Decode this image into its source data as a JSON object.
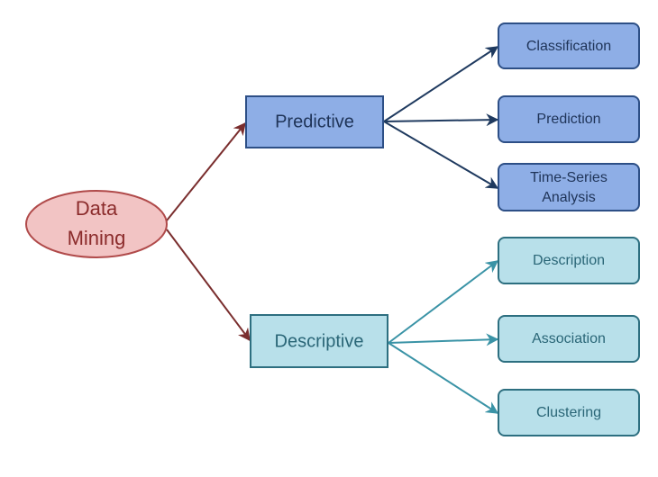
{
  "root": {
    "label_line1": "Data",
    "label_line2": "Mining"
  },
  "branches": {
    "predictive": {
      "label": "Predictive",
      "children": [
        "Classification",
        "Prediction",
        "Time-Series",
        "Analysis"
      ]
    },
    "descriptive": {
      "label": "Descriptive",
      "children": [
        "Description",
        "Association",
        "Clustering"
      ]
    }
  },
  "colors": {
    "root_fill": "#f2c4c4",
    "root_stroke": "#b04a4a",
    "root_text": "#8b2b2b",
    "root_arrow": "#7a2e2e",
    "predictive_fill": "#8eaee6",
    "predictive_stroke": "#2d4f86",
    "predictive_text": "#1f3458",
    "predictive_arrow": "#1f3a5f",
    "descriptive_fill": "#b8e0ea",
    "descriptive_stroke": "#2d6f80",
    "descriptive_text": "#2a6677",
    "descriptive_arrow": "#3a93a6"
  }
}
